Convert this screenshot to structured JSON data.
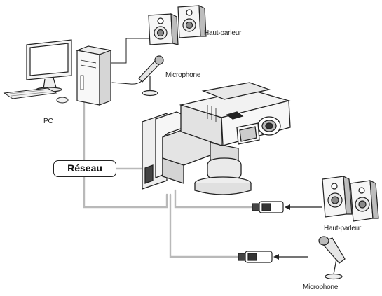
{
  "labels": {
    "speaker_top": "Haut-parleur",
    "mic_top": "Microphone",
    "pc": "PC",
    "network": "Réseau",
    "speaker_bottom": "Haut-parleur",
    "mic_bottom": "Microphone"
  },
  "colors": {
    "line": "#222222",
    "cable": "#b5b5b5",
    "fill_light": "#f4f4f4",
    "fill_mid": "#d8d8d8",
    "fill_dark": "#444444"
  }
}
